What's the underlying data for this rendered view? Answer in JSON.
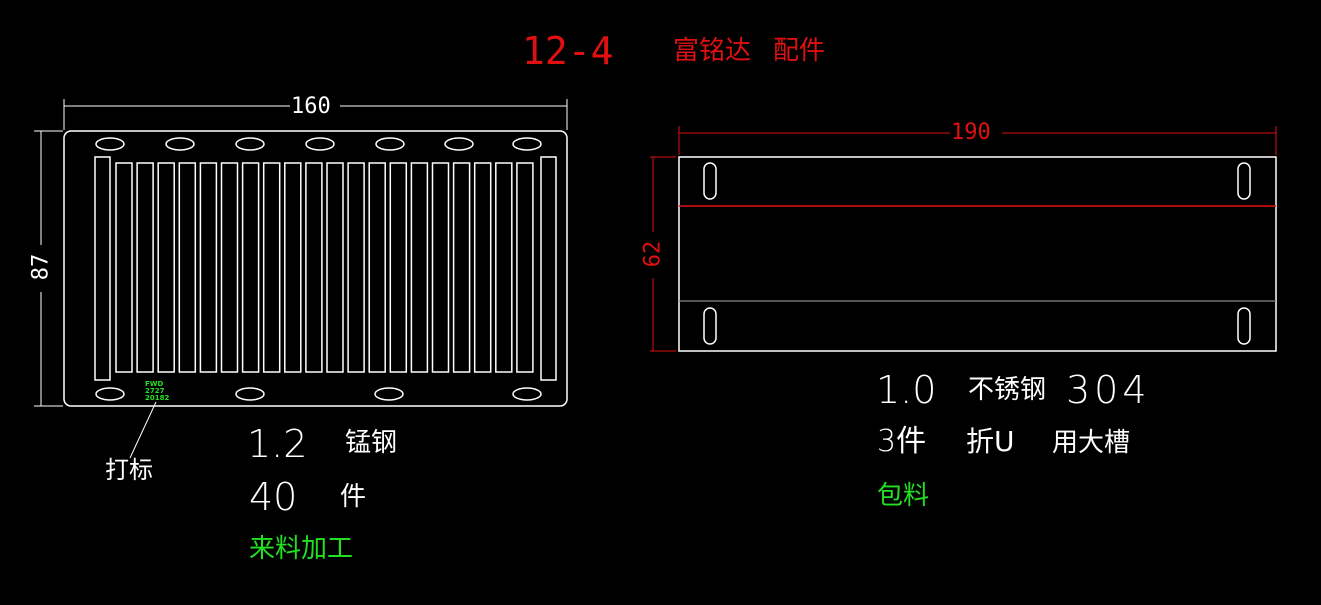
{
  "title": {
    "code": "12-4",
    "company": "富铭达",
    "part": "配件"
  },
  "left_part": {
    "width_dim": "160",
    "height_dim": "87",
    "mark_text": [
      "FWD",
      "2727",
      "20182"
    ],
    "mark_label": "打标",
    "thickness": "1.2",
    "material": "锰钢",
    "qty": "40",
    "qty_unit": "件",
    "note": "来料加工"
  },
  "right_part": {
    "width_dim": "190",
    "height_dim": "62",
    "thickness": "1.0",
    "material": "不锈钢",
    "grade": "304",
    "qty": "3件",
    "process": "折U",
    "usage": "用大槽",
    "note": "包料"
  },
  "colors": {
    "outline": "#ffffff",
    "dimension": "#e01010",
    "note": "#22e022",
    "bg": "#000000"
  }
}
